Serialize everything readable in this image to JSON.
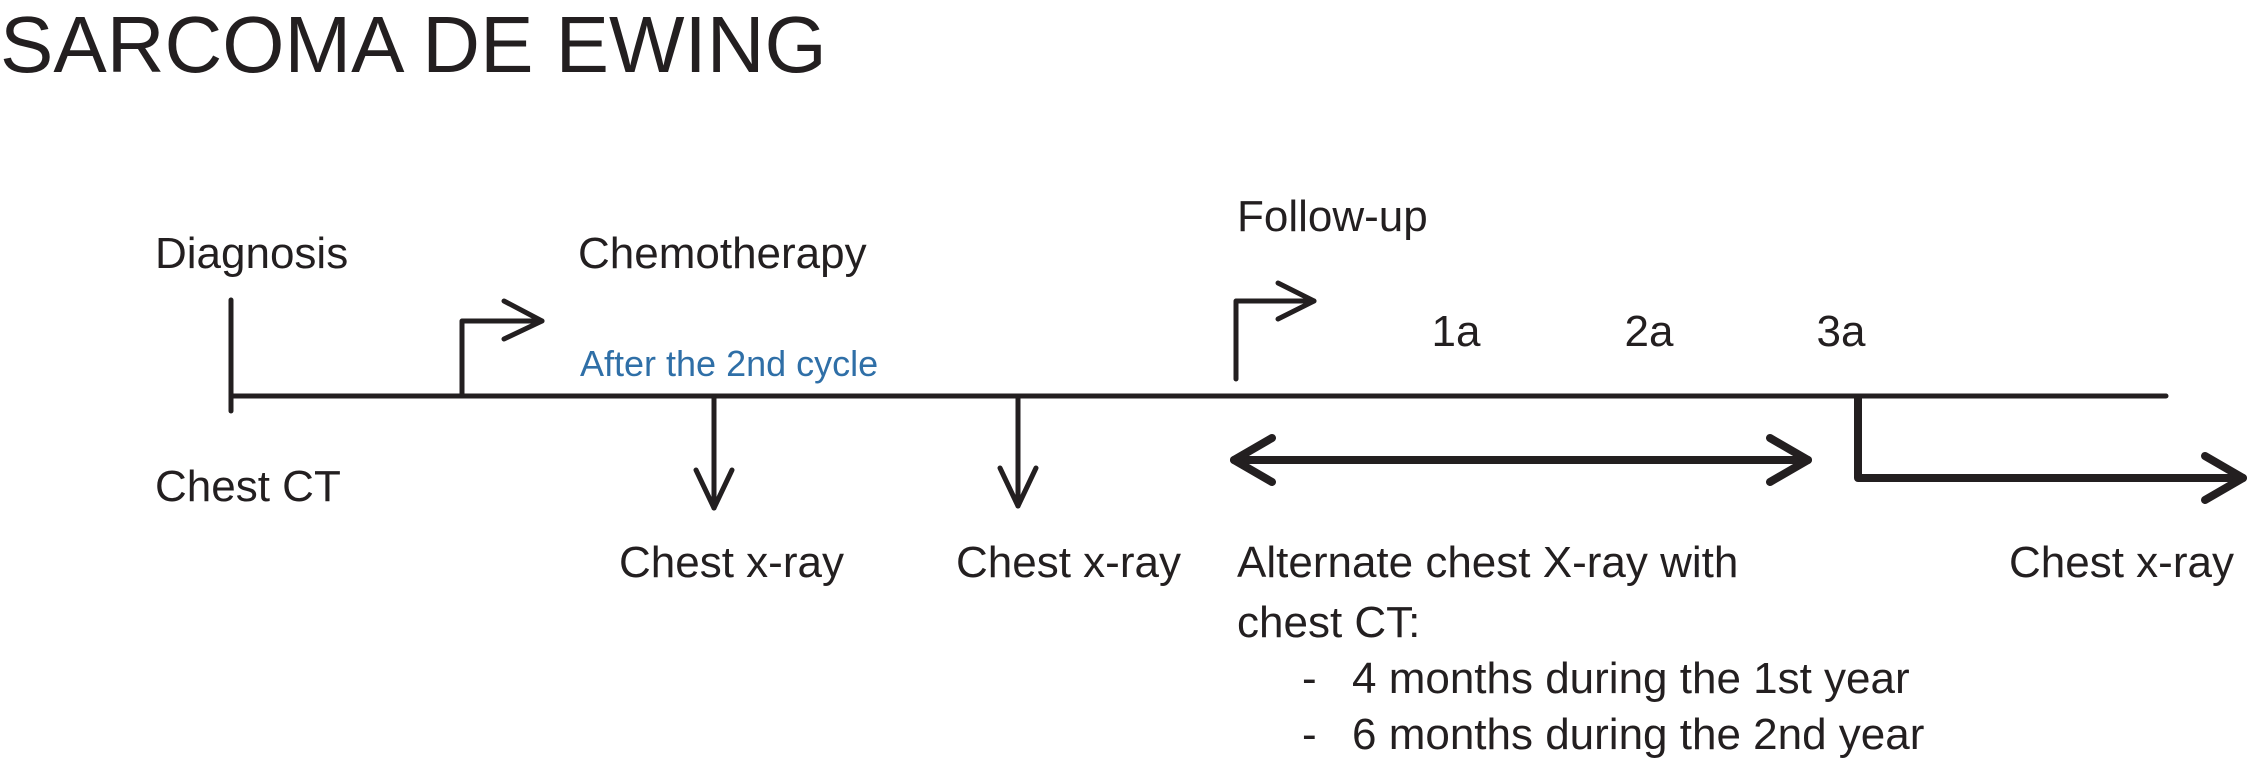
{
  "title": "SARCOMA DE EWING",
  "phases": {
    "diagnosis": "Diagnosis",
    "chemotherapy": "Chemotherapy",
    "follow_up": "Follow-up"
  },
  "note": {
    "text": "After the 2nd cycle",
    "color": "#2f6fa7"
  },
  "years": [
    "1a",
    "2a",
    "3a"
  ],
  "exams": {
    "at_diagnosis": "Chest CT",
    "chemo_first": "Chest x-ray",
    "chemo_second": "Chest x-ray",
    "after_year_3": "Chest x-ray"
  },
  "follow_up_schedule": {
    "line1": "Alternate chest X-ray with",
    "line2": "chest CT:",
    "items": [
      "4 months during the 1st year",
      "6 months during the 2nd year"
    ],
    "bullet": "-"
  }
}
